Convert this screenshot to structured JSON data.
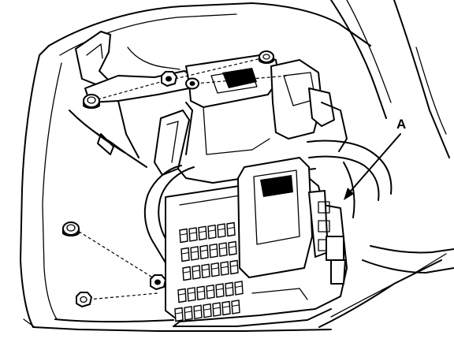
{
  "figure": {
    "callouts": [
      {
        "label": "A",
        "target": "fuse-relay-box"
      }
    ],
    "fasteners": [
      {
        "kind": "bolt"
      },
      {
        "kind": "nut"
      },
      {
        "kind": "bolt"
      },
      {
        "kind": "bolt"
      },
      {
        "kind": "bolt"
      },
      {
        "kind": "nut"
      }
    ]
  }
}
